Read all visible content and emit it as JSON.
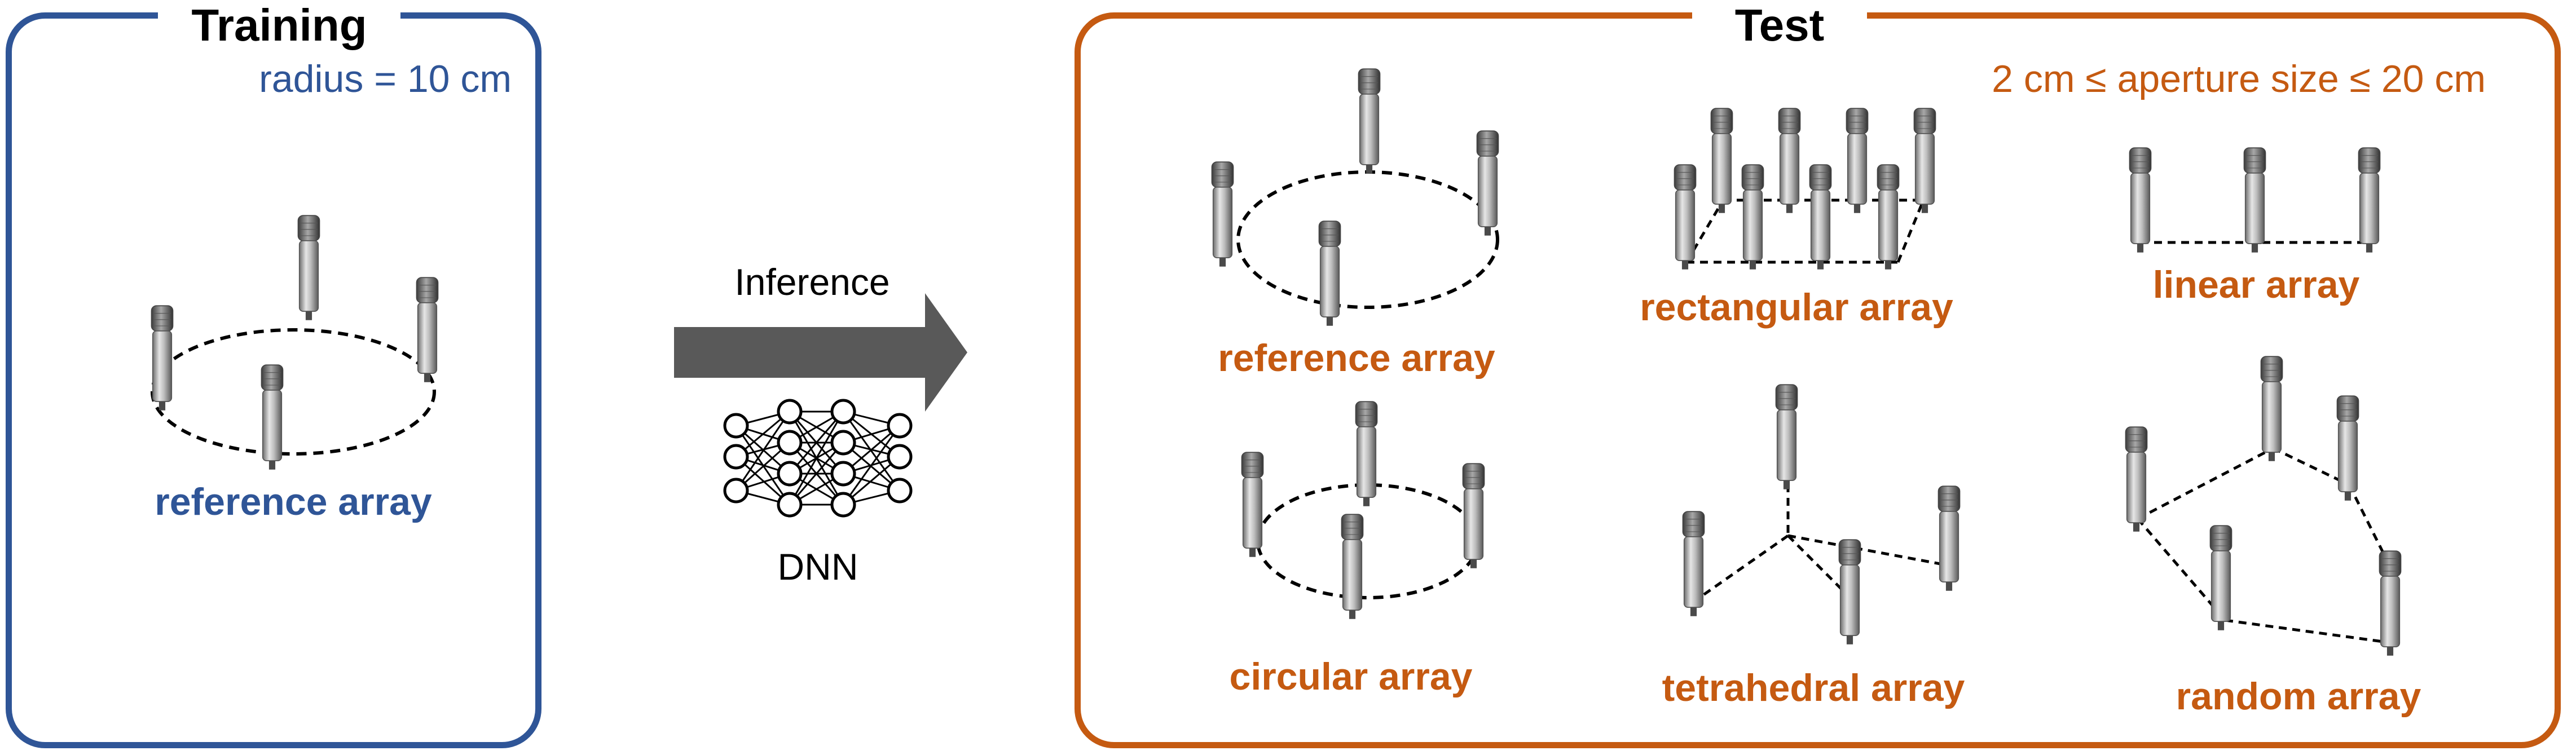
{
  "training": {
    "title": "Training",
    "radius_note": "radius = 10 cm",
    "array_label": "reference array"
  },
  "middle": {
    "inference_label": "Inference",
    "dnn_label": "DNN"
  },
  "test": {
    "title": "Test",
    "aperture_note": "2 cm ≤ aperture size ≤ 20 cm",
    "arrays": {
      "reference": "reference array",
      "rectangular": "rectangular array",
      "linear": "linear array",
      "circular": "circular array",
      "tetrahedral": "tetrahedral array",
      "random": "random array"
    }
  },
  "colors": {
    "training": "#2f5597",
    "test": "#c55a11",
    "arrow": "#595959"
  },
  "icons": {
    "microphone": "microphone-icon",
    "neural_network": "neural-network-icon",
    "arrow": "right-arrow-icon"
  }
}
